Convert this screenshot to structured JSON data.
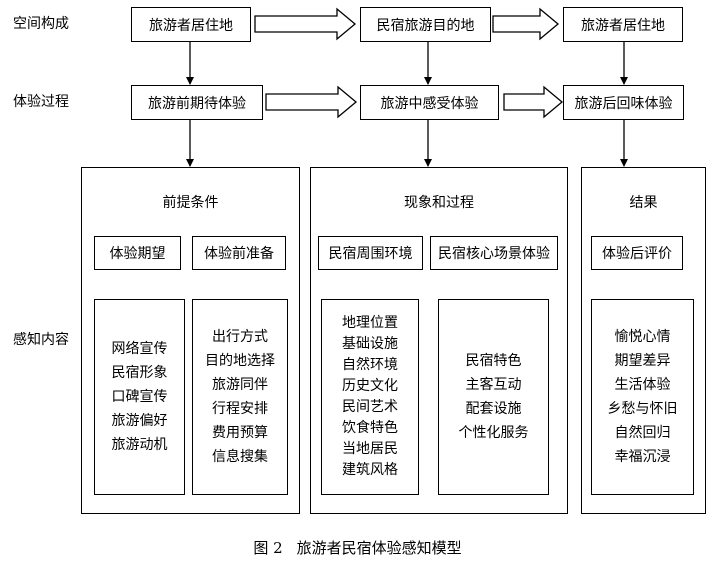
{
  "rows": {
    "spatial": "空间构成",
    "process": "体验过程",
    "perception": "感知内容"
  },
  "spatial": {
    "origin": "旅游者居住地",
    "destination": "民宿旅游目的地",
    "return": "旅游者居住地"
  },
  "process": {
    "before": "旅游前期待体验",
    "during": "旅游中感受体验",
    "after": "旅游后回味体验"
  },
  "panels": {
    "prereq": {
      "title": "前提条件",
      "left_header": "体验期望",
      "right_header": "体验前准备",
      "left_items": [
        "网络宣传",
        "民宿形象",
        "口碑宣传",
        "旅游偏好",
        "旅游动机"
      ],
      "right_items": [
        "出行方式",
        "目的地选择",
        "旅游同伴",
        "行程安排",
        "费用预算",
        "信息搜集"
      ]
    },
    "phenomena": {
      "title": "现象和过程",
      "left_header": "民宿周围环境",
      "right_header": "民宿核心场景体验",
      "left_items": [
        "地理位置",
        "基础设施",
        "自然环境",
        "历史文化",
        "民间艺术",
        "饮食特色",
        "当地居民",
        "建筑风格"
      ],
      "right_items": [
        "民宿特色",
        "主客互动",
        "配套设施",
        "个性化服务"
      ]
    },
    "result": {
      "title": "结果",
      "header": "体验后评价",
      "items": [
        "愉悦心情",
        "期望差异",
        "生活体验",
        "乡愁与怀旧",
        "自然回归",
        "幸福沉浸"
      ]
    }
  },
  "caption": {
    "number": "图 2",
    "text": "旅游者民宿体验感知模型"
  }
}
